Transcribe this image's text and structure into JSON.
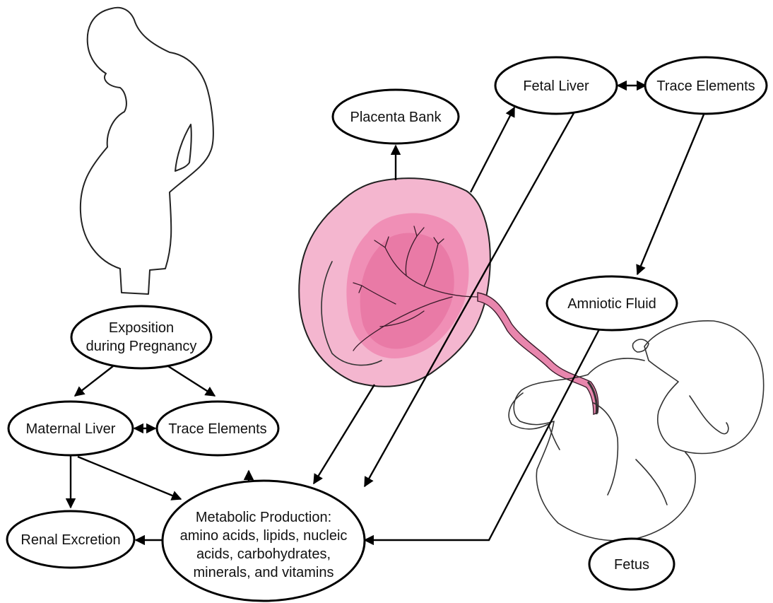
{
  "nodes": {
    "placenta_bank": [
      "Placenta Bank"
    ],
    "fetal_liver": [
      "Fetal Liver"
    ],
    "trace_elements_fetal": [
      "Trace Elements"
    ],
    "amniotic_fluid": [
      "Amniotic Fluid"
    ],
    "exposition": [
      "Exposition",
      "during Pregnancy"
    ],
    "maternal_liver": [
      "Maternal Liver"
    ],
    "trace_elements_maternal": [
      "Trace Elements"
    ],
    "renal_excretion": [
      "Renal Excretion"
    ],
    "metabolic_production": [
      "Metabolic Production:",
      "amino acids, lipids, nucleic",
      "acids, carbohydrates,",
      "minerals, and vitamins"
    ],
    "fetus": [
      "Fetus"
    ]
  },
  "colors": {
    "placenta_outer": "#f4b6cf",
    "placenta_mid": "#f08fb6",
    "placenta_inner": "#e97aa6",
    "cord": "#e886ad",
    "stroke": "#000000"
  }
}
